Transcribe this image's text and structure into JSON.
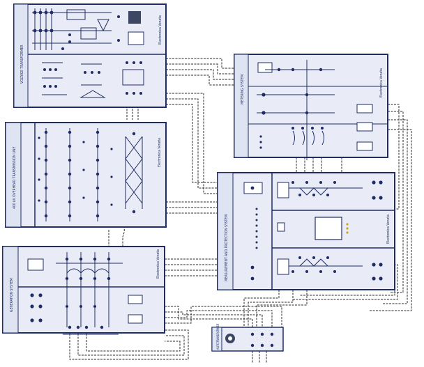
{
  "diagram": {
    "panels": [
      {
        "id": "p1",
        "title": "VOLTAGE TRANSFORMER",
        "code": "",
        "brand": "Electronica Veneta"
      },
      {
        "id": "p2",
        "title": "400 kV OVERHEAD TRANSMISSION LINE",
        "code": "",
        "brand": "Electronica Veneta"
      },
      {
        "id": "p3",
        "title": "GENERATION SYSTEM",
        "code": "",
        "brand": "Electronica Veneta"
      },
      {
        "id": "p4",
        "title": "METERING SYSTEM",
        "code": "",
        "brand": "Electronica Veneta"
      },
      {
        "id": "p5",
        "title": "MEASUREMENT AND PROTECTION SYSTEM",
        "code": "",
        "brand": "Electronica Veneta"
      },
      {
        "id": "p6",
        "title": "AUTOTRANSFORMER",
        "code": "",
        "brand": ""
      }
    ],
    "colors": {
      "panel_fill": "#e9ecf6",
      "panel_border": "#1f2c66",
      "wire": "#2b2b2b",
      "text": "#1c2a63"
    }
  }
}
